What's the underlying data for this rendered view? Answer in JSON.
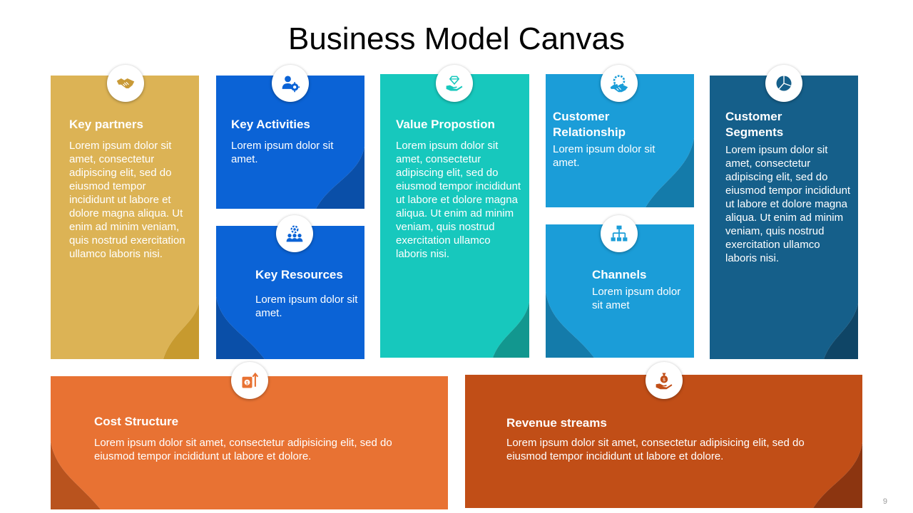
{
  "title": "Business Model Canvas",
  "page_number": "9",
  "colors": {
    "key_partners": "#DCB355",
    "key_partners_fold": "#C79A2F",
    "key_activities": "#0B63D6",
    "key_activities_fold": "#0A4FA8",
    "key_resources": "#0B63D6",
    "key_resources_fold": "#0A4FA8",
    "value_proposition": "#17C8BD",
    "value_proposition_fold": "#12978F",
    "customer_relationship": "#1B9DD8",
    "customer_relationship_fold": "#147BAA",
    "channels": "#1B9DD8",
    "channels_fold": "#147BAA",
    "customer_segments": "#155F8A",
    "customer_segments_fold": "#0F4566",
    "cost_structure": "#E87233",
    "cost_structure_fold": "#B9531E",
    "revenue_streams": "#C14E17",
    "revenue_streams_fold": "#8C3510"
  },
  "cards": {
    "key_partners": {
      "heading": "Key partners",
      "body": "Lorem ipsum dolor sit amet, consectetur adipiscing elit, sed do eiusmod tempor incididunt ut labore et dolore magna aliqua. Ut enim ad minim veniam, quis nostrud exercitation ullamco laboris nisi.",
      "icon": "handshake-icon"
    },
    "key_activities": {
      "heading": "Key Activities",
      "body": "Lorem ipsum dolor sit amet.",
      "icon": "person-gear-icon"
    },
    "key_resources": {
      "heading": "Key Resources",
      "body": "Lorem ipsum dolor sit amet.",
      "icon": "team-gear-icon"
    },
    "value_proposition": {
      "heading": "Value Propostion",
      "body": "Lorem ipsum dolor sit amet, consectetur adipiscing elit, sed do eiusmod tempor incididunt ut labore et dolore magna aliqua. Ut enim ad minim veniam, quis nostrud exercitation ullamco laboris nisi.",
      "icon": "hand-diamond-icon"
    },
    "customer_relationship": {
      "heading": "Customer Relationship",
      "body": "Lorem ipsum dolor sit amet.",
      "icon": "handshake-gear-icon"
    },
    "channels": {
      "heading": "Channels",
      "body": "Lorem ipsum dolor sit amet",
      "icon": "hierarchy-icon"
    },
    "customer_segments": {
      "heading": "Customer Segments",
      "body": "Lorem ipsum dolor sit amet, consectetur adipiscing elit, sed do eiusmod tempor incididunt ut labore et dolore magna aliqua. Ut enim ad minim veniam, quis nostrud exercitation ullamco laboris nisi.",
      "icon": "pie-chart-icon"
    },
    "cost_structure": {
      "heading": "Cost Structure",
      "body": "Lorem ipsum dolor sit amet, consectetur adipisicing elit, sed do eiusmod tempor incididunt ut labore et dolore.",
      "icon": "money-growth-icon"
    },
    "revenue_streams": {
      "heading": "Revenue streams",
      "body": "Lorem ipsum dolor sit amet, consectetur adipisicing elit, sed do eiusmod tempor incididunt ut labore et dolore.",
      "icon": "money-bag-hand-icon"
    }
  }
}
